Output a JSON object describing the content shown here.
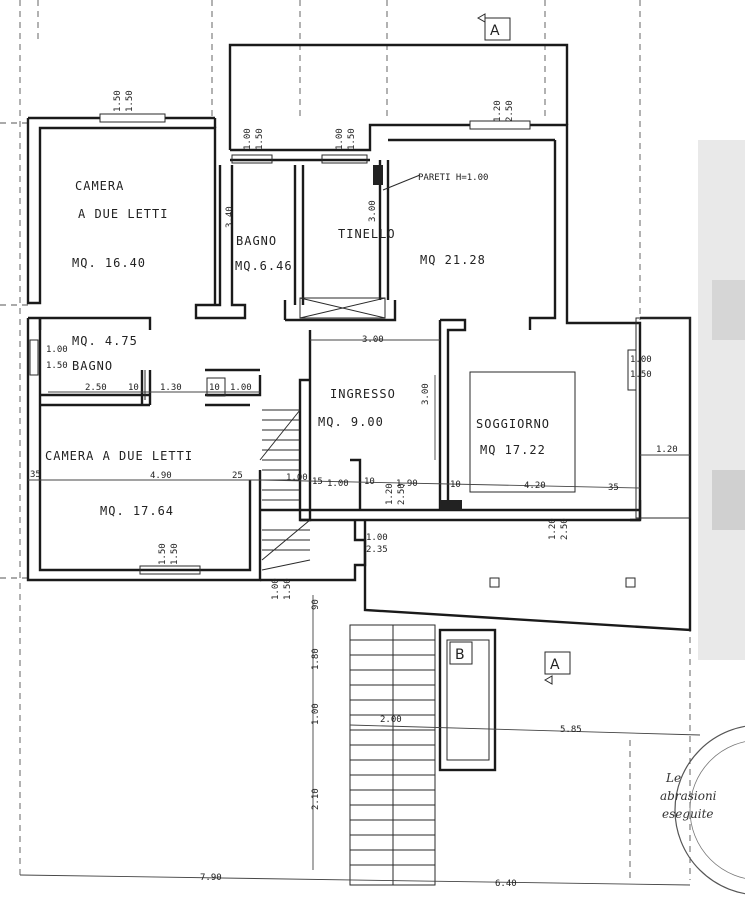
{
  "rooms": {
    "camera1_title_1": "CAMERA",
    "camera1_title_2": "A DUE LETTI",
    "camera1_area": "MQ. 16.40",
    "bagno1_title": "BAGNO",
    "bagno1_area": "MQ.6.46",
    "tinello_title": "TINELLO",
    "tinello_area": "MQ 21.28",
    "tinello_note": "PARETI H=1.00",
    "bagno2_area": "MQ. 4.75",
    "bagno2_title": "BAGNO",
    "ingresso_title": "INGRESSO",
    "ingresso_area": "MQ. 9.00",
    "soggiorno_title": "SOGGIORNO",
    "soggiorno_area": "MQ 17.22",
    "camera2_title": "CAMERA A DUE LETTI",
    "camera2_area": "MQ. 17.64"
  },
  "section_marks": {
    "a_top": "A",
    "a_bottom": "A",
    "b": "B"
  },
  "stamp_text": {
    "line1": "Le",
    "line2": "abrasioni",
    "line3": "eseguite"
  },
  "dimensions": {
    "d1": "1.50",
    "d2": "1.50",
    "d3": "1.00",
    "d4": "1.50",
    "d5": "1.00",
    "d6": "1.50",
    "d7": "1.20",
    "d8": "2.50",
    "d9": "3.40",
    "d10": "3.00",
    "d11": "3.00",
    "d12": "1.00",
    "d13": "1.50",
    "d14": "2.50",
    "d15": "10",
    "d16": "1.30",
    "d17": "10",
    "d18": "1.00",
    "d19": "3.00",
    "d20": "1.00",
    "d21": "1.50",
    "d22": "35",
    "d23": "4.90",
    "d24": "25",
    "d25": "1.00",
    "d26": "15",
    "d27": "1.00",
    "d28": "10",
    "d29": "1.20",
    "d30": "2.50",
    "d31": "1.90",
    "d32": "10",
    "d33": "4.20",
    "d34": "35",
    "d35": "1.20",
    "d36": "1.20",
    "d37": "2.50",
    "d38": "1.50",
    "d39": "1.50",
    "d40": "1.00",
    "d41": "2.35",
    "d42": "1.00",
    "d43": "1.50",
    "d44": "90",
    "d45": "1.80",
    "d46": "1.00",
    "d47": "2.00",
    "d48": "5.85",
    "d49": "2.10",
    "d50": "7.90",
    "d51": "6.40"
  }
}
